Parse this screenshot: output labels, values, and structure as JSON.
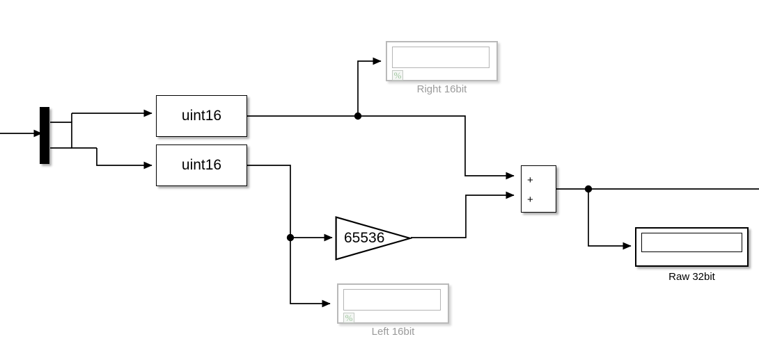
{
  "diagram": {
    "title": "Simulink block diagram",
    "background_color": "#ffffff",
    "wire_color": "#000000",
    "commented_color": "#9a9a9a",
    "percent_glyph_color": "#9fc79f"
  },
  "blocks": {
    "demux": {
      "name": "demux",
      "label": "",
      "type": "demux-bar"
    },
    "convert_right": {
      "name": "data-type-conversion-right",
      "label": "uint16",
      "type": "data-type-conversion"
    },
    "convert_left": {
      "name": "data-type-conversion-left",
      "label": "uint16",
      "type": "data-type-conversion"
    },
    "gain": {
      "name": "gain",
      "label": "65536",
      "type": "gain"
    },
    "sum": {
      "name": "sum",
      "type": "sum",
      "sign_1": "+",
      "sign_2": "+"
    },
    "display_right": {
      "name": "display-right-16bit",
      "caption": "Right 16bit",
      "type": "display",
      "value": "",
      "commented": true,
      "badge": "%"
    },
    "display_left": {
      "name": "display-left-16bit",
      "caption": "Left 16bit",
      "type": "display",
      "value": "",
      "commented": true,
      "badge": "%"
    },
    "display_raw": {
      "name": "display-raw-32bit",
      "caption": "Raw 32bit",
      "type": "display",
      "value": "",
      "commented": false,
      "badge": ""
    }
  }
}
